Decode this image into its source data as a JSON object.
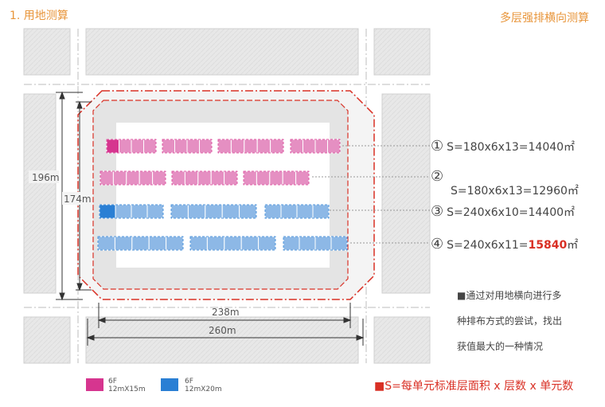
{
  "header": {
    "section_title": "1. 用地测算",
    "subtitle": "多层强排横向测算"
  },
  "dimensions": {
    "outer_height": "196m",
    "inner_height": "174m",
    "inner_width": "238m",
    "outer_width": "260m"
  },
  "scenarios": [
    {
      "num": "①",
      "formula": "S=180x6x13=14040㎡",
      "value": "14040",
      "highlight": false
    },
    {
      "num": "②",
      "formula": "S=180x6x13=12960㎡",
      "value": "12960",
      "highlight": false
    },
    {
      "num": "③",
      "formula": "S=240x6x10=14400㎡",
      "value": "14400",
      "highlight": false
    },
    {
      "num": "④",
      "formula_prefix": "S=240x6x11=",
      "formula_value": "15840",
      "formula_unit": "㎡",
      "value": "15840",
      "highlight": true
    }
  ],
  "note": {
    "line1": "■通过对用地横向进行多",
    "line2": "种排布方式的尝试，找出",
    "line3": "获值最大的一种情况"
  },
  "legend": [
    {
      "floors": "6F",
      "size": "12mX15m",
      "color": "#d6358f"
    },
    {
      "floors": "6F",
      "size": "12mX20m",
      "color": "#2a7fd4"
    }
  ],
  "summary": "■S=每单元标准层面积 x 层数 x 单元数",
  "colors": {
    "accent_orange": "#e8953a",
    "pink_block": "#e58fc2",
    "pink_dark": "#d6358f",
    "blue_block": "#8db8e6",
    "blue_dark": "#2a7fd4",
    "boundary_red": "#d93025",
    "highlight": "#d93025"
  }
}
